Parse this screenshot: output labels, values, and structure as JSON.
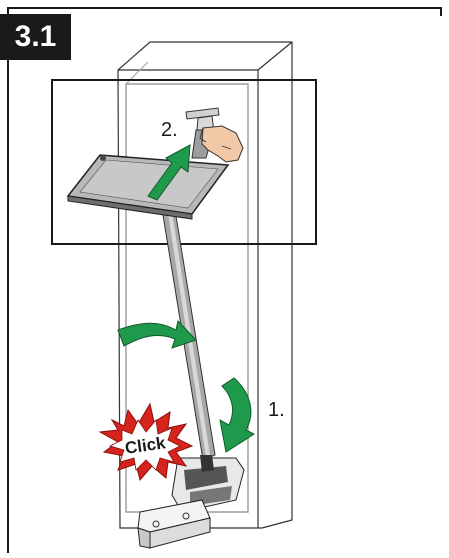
{
  "step_number": "3.1",
  "labels": {
    "step_one": "1.",
    "step_two": "2.",
    "click_sound": "Click"
  },
  "colors": {
    "frame": "#1a1a1a",
    "arrow_green": "#1f9a4c",
    "click_burst": "#d6231e",
    "hand": "#f2c9a6",
    "tray": "#b8b8b8",
    "rail": "#9a9a9a"
  }
}
